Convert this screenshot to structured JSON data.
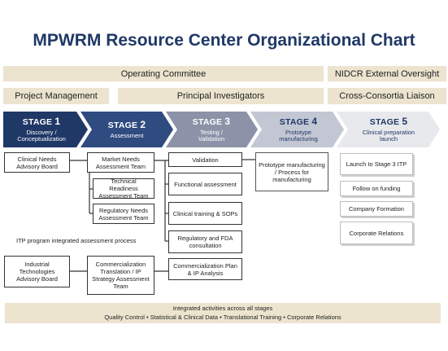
{
  "title": "MPWRM Resource Center Organizational Chart",
  "governance": {
    "operating_committee": "Operating Committee",
    "nidcr": "NIDCR External Oversight",
    "project_management": "Project Management",
    "principal_investigators": "Principal Investigators",
    "cross_consortia": "Cross-Consortia Liaison"
  },
  "stages": [
    {
      "word": "STAGE",
      "num": "1",
      "sub": "Discovery / Conceptualization",
      "color": "#1f3866",
      "text_color": "#ffffff"
    },
    {
      "word": "STAGE",
      "num": "2",
      "sub": "Assessment",
      "color": "#2f4b80",
      "text_color": "#ffffff"
    },
    {
      "word": "STAGE",
      "num": "3",
      "sub": "Testing / Validation",
      "color": "#8c93a8",
      "text_color": "#ffffff"
    },
    {
      "word": "STAGE",
      "num": "4",
      "sub": "Prototype manufacturing",
      "color": "#c3c7d3",
      "text_color": "#1f3866"
    },
    {
      "word": "STAGE",
      "num": "5",
      "sub": "Clinical preparation launch",
      "color": "#e8e9ed",
      "text_color": "#1f3866"
    }
  ],
  "stage1": {
    "clinical_needs": "Clinical Needs Advisory Board",
    "industrial_tech": "Industrial Technologies Advisory Board",
    "itp_note": "ITP program integrated assessment process"
  },
  "stage2": {
    "market_needs": "Market Needs Assessment Team",
    "technical_readiness": "Technical Readiness Assessment Team",
    "regulatory_needs": "Regulatory Needs Assessment Team",
    "commercialization": "Commercialization Translation / IP Strategy Assessment Team"
  },
  "stage3": {
    "validation": "Validation",
    "functional": "Functional assessment",
    "clinical_training": "Clinical training & SOPs",
    "regulatory_fda": "Regulatory and FDA consultation",
    "commercialization_plan": "Commercialization Plan & IP Analysis"
  },
  "stage4": {
    "prototype": "Prototype manufacturing / Process for manufacturing"
  },
  "stage5": {
    "launch": "Launch to Stage 3 ITP",
    "follow_on": "Follow on funding",
    "company": "Company Formation",
    "corporate": "Corporate Relations"
  },
  "footer": {
    "line1": "Integrated activities across all stages",
    "line2": "Quality Control • Statistical & Clinical Data • Translational Training • Corporate Relations"
  }
}
